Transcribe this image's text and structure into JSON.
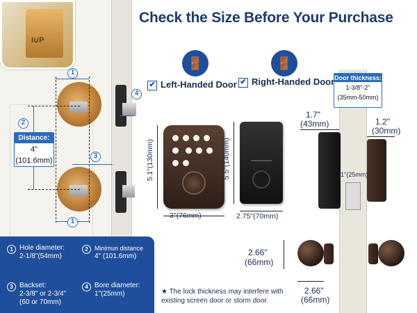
{
  "title": "Check the Size Before Your Purchase",
  "handed": {
    "left_label": "Left-Handed Door",
    "right_label": "Right-Handed Door",
    "check_glyph": "✔",
    "icon_glyph": "🚪"
  },
  "door_left": {
    "inset_text": "I∪P",
    "marker_1_top": "1",
    "marker_1_bottom": "1",
    "marker_2": "2",
    "marker_3": "3",
    "marker_4": "4",
    "distance_label": "Distance:",
    "distance_value_line1": "4\"",
    "distance_value_line2": "(101.6mm)"
  },
  "keypad_dims": {
    "height": "5.1\"(130mm)",
    "width": "3\"(76mm)"
  },
  "interior_dims": {
    "height": "5.5\"(140mm)",
    "width": "2.75\"(70mm)"
  },
  "door_thickness": {
    "label": "Door thickness:",
    "value_line1": "1-3/8\"-2\"",
    "value_line2": "(35mm-50mm)"
  },
  "side_dims": {
    "left_line1": "1.7\"",
    "left_line2": "(43mm)",
    "right_line1": "1.2\"",
    "right_line2": "(30mm)",
    "latch": "1\"(25mm)"
  },
  "knob_dims": {
    "height_line1": "2.66\"",
    "height_line2": "(66mm)",
    "width_line1": "2.66\"",
    "width_line2": "(66mm)"
  },
  "info": {
    "items": [
      {
        "num": "1",
        "title": "Hole diameter:",
        "value": "2-1/8\"(54mm)"
      },
      {
        "num": "2",
        "title": "Minimun distance",
        "value": "4\" (101.6mm)"
      },
      {
        "num": "3",
        "title": "Backset:",
        "value": "2-3/8\" or 2-3/4\"",
        "value2": "(60 or 70mm)"
      },
      {
        "num": "4",
        "title": "Bore diameter:",
        "value": "1\"(25mm)"
      }
    ]
  },
  "note": "★ The lock thickness may interfere with existing screen door or storm door."
}
